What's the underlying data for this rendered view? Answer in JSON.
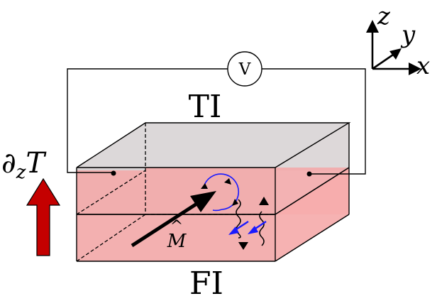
{
  "labels": {
    "top_layer": "TI",
    "bottom_layer": "FI",
    "voltmeter": "V",
    "magnetization": "M",
    "magnetization_hat": "^",
    "gradient": "∂",
    "gradient_sub": "z",
    "gradient_var": "T"
  },
  "axes": {
    "x": "x",
    "y": "y",
    "z": "z"
  },
  "colors": {
    "ti_fill": "#ddd9da",
    "fi_fill": "#f7a8a8",
    "fi_fill_light": "#f3b1b1",
    "gradient_arrow": "#c00000",
    "spin_arrow": "#1a1aff",
    "line": "#000000"
  },
  "icons": {
    "voltmeter": "voltmeter-icon",
    "gradient_arrow": "up-arrow-icon"
  }
}
